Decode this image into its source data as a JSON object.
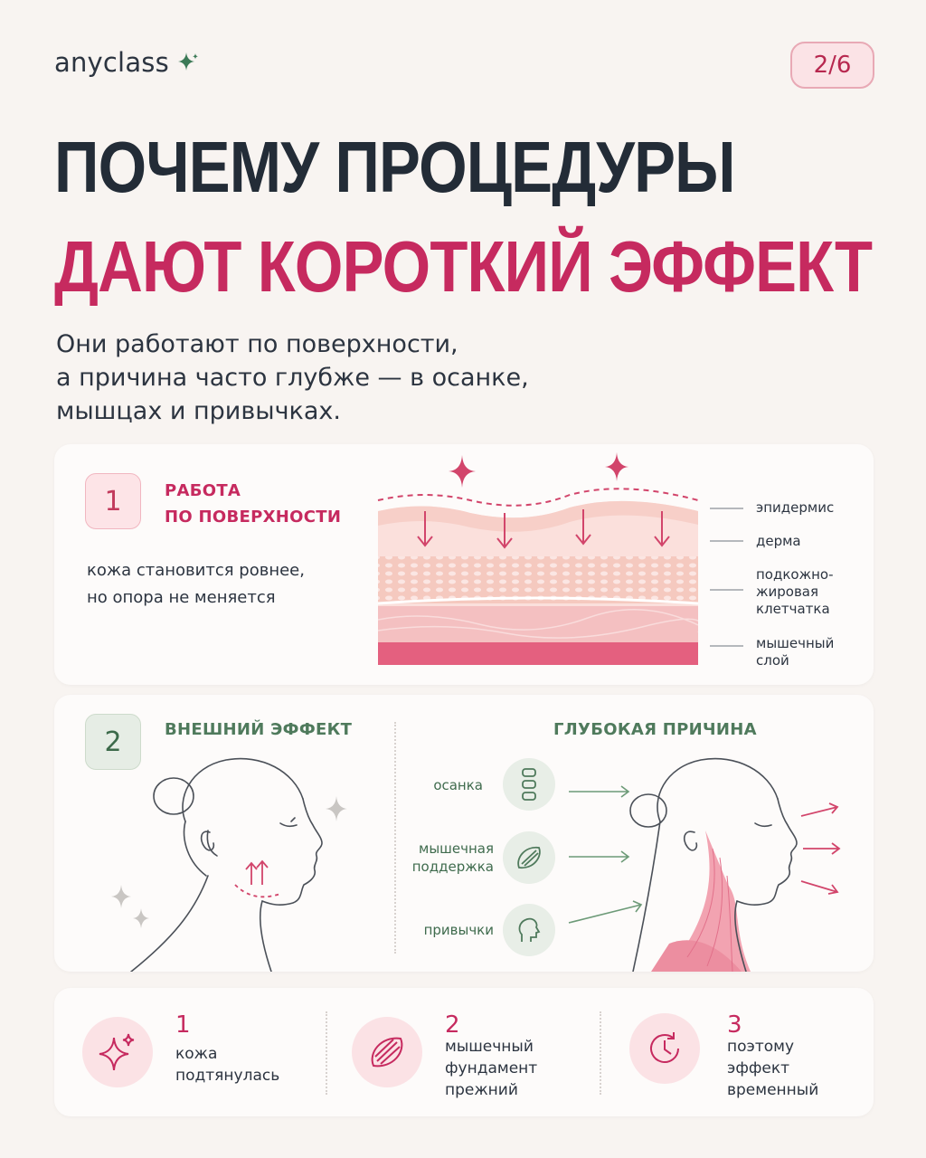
{
  "header": {
    "brand": "anyclass",
    "page_indicator": "2/6"
  },
  "title": {
    "line1": "ПОЧЕМУ ПРОЦЕДУРЫ",
    "line2": "ДАЮТ КОРОТКИЙ ЭФФЕКТ"
  },
  "subtitle": {
    "line1": "Они работают по поверхности,",
    "line2": "а причина часто глубже — в осанке,",
    "line3": "мышцах и привычках."
  },
  "section1": {
    "number": "1",
    "title_line1": "РАБОТА",
    "title_line2": "ПО ПОВЕРХНОСТИ",
    "text_line1": "кожа становится ровнее,",
    "text_line2": "но опора не меняется",
    "layers": {
      "epidermis": "эпидермис",
      "dermis": "дерма",
      "subcutaneous_l1": "подкожно-",
      "subcutaneous_l2": "жировая",
      "subcutaneous_l3": "клетчатка",
      "muscle_l1": "мышечный",
      "muscle_l2": "слой"
    }
  },
  "section2": {
    "number": "2",
    "left_title": "ВНЕШНИЙ ЭФФЕКТ",
    "right_title": "ГЛУБОКАЯ ПРИЧИНА",
    "causes": {
      "posture": "осанка",
      "muscle_l1": "мышечная",
      "muscle_l2": "поддержка",
      "habits": "привычки"
    }
  },
  "summary": {
    "item1": {
      "number": "1",
      "line1": "кожа",
      "line2": "подтянулась"
    },
    "item2": {
      "number": "2",
      "line1": "мышечный",
      "line2": "фундамент",
      "line3": "прежний"
    },
    "item3": {
      "number": "3",
      "line1": "поэтому",
      "line2": "эффект",
      "line3": "временный"
    }
  },
  "colors": {
    "accent": "#c62a5f",
    "dark": "#232c37",
    "green": "#4f7a5c",
    "background": "#f8f4f1"
  }
}
